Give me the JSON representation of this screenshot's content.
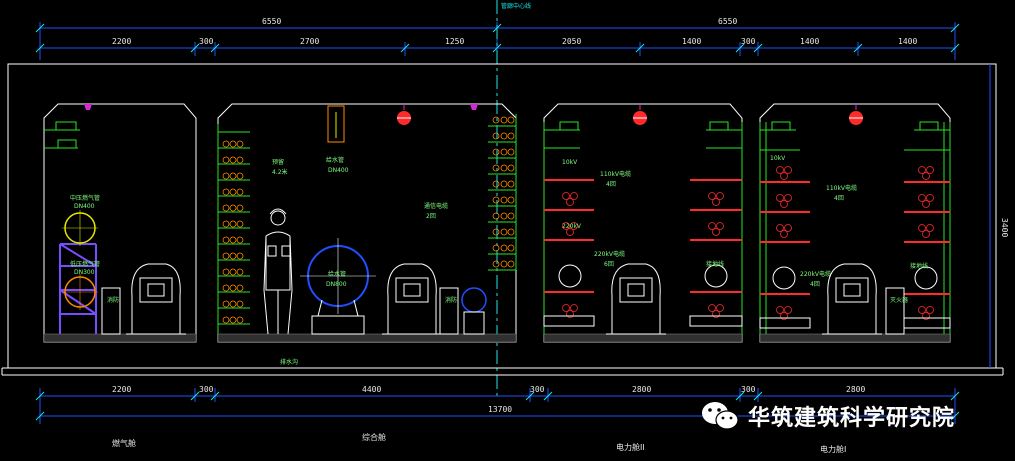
{
  "top_dims_row1": [
    "6550",
    "6550"
  ],
  "top_dims_row2": [
    "2200",
    "300",
    "2700",
    "1250",
    "2050",
    "1400",
    "300",
    "1400",
    "1400"
  ],
  "bottom_dims_row1": [
    "2200",
    "300",
    "4400",
    "300",
    "2800",
    "300",
    "2800"
  ],
  "bottom_total": "13700",
  "center_label": "管廊中心线",
  "height_dim": "3400",
  "compartments": [
    "燃气舱",
    "综合舱",
    "电力舱II",
    "电力舱I"
  ],
  "gas_labels": {
    "pipe": "中压燃气管",
    "spec": "DN400",
    "pipe2": "低压燃气管",
    "spec2": "DN300"
  },
  "water_labels": {
    "pipe": "给水管",
    "spec": "DN400",
    "pipe2": "给水管",
    "spec2": "DN800",
    "cable": "通信电缆",
    "cable_spec": "2回",
    "h1": "预留",
    "h2": "4.2米",
    "drain": "排水沟",
    "fire": "消防"
  },
  "power2_labels": {
    "cable": "220kV电缆",
    "count": "4回",
    "c110": "110kV电缆",
    "c2": "10kV",
    "c3": "接地线",
    "c4": "6回",
    "c5": "220kV"
  },
  "power1_labels": {
    "cable": "220kV电缆",
    "count": "4回",
    "c110": "110kV电缆",
    "c2": "10kV",
    "c3": "接地线"
  },
  "extinguisher": "灭火器",
  "watermark": "华筑建筑科学研究院",
  "colors": {
    "dim": "#1e50ff",
    "wall": "#ffffff",
    "green": "#26e626",
    "red": "#ff2a2a",
    "magenta": "#d22bd2",
    "cyan": "#1ee6e6",
    "yellow": "#e6e600",
    "orange": "#ff8a00",
    "purple": "#7a4cff"
  }
}
